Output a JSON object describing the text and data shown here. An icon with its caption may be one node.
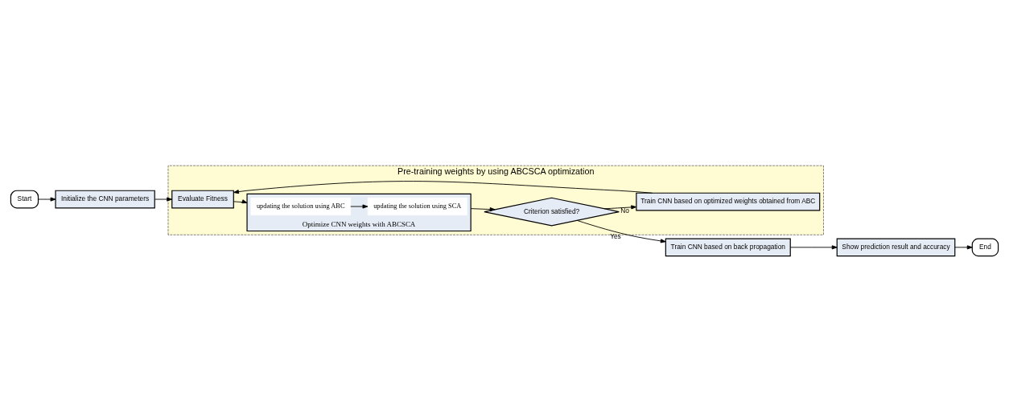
{
  "diagram": {
    "nodes": [
      {
        "text": [
          "Pre-training weights by using ABCSCA optimization"
        ]
      },
      {
        "text": [
          "Start"
        ]
      },
      {
        "text": [
          "Initialize the CNN parameters"
        ]
      },
      {
        "text": [
          "Evaluate Fitness"
        ],
        "in": 0
      },
      {
        "text": [
          "Train CNN based on optimized weights obtained from ABC"
        ],
        "in": 0
      },
      {
        "text": [
          "Optimize CNN weights with ABCSCA"
        ],
        "in": 0
      },
      {
        "text": [
          "updating the solution using ABC"
        ],
        "in": 5
      },
      {
        "text": [
          "updating the solution using SCA"
        ],
        "in": 5
      },
      {
        "text": [
          "Criterion satisfied?"
        ],
        "in": 0
      },
      {
        "text": [
          "End"
        ]
      },
      {
        "text": [
          "Show prediction result and accuracy"
        ]
      },
      {
        "text": [
          "Train CNN based on back propagation"
        ]
      }
    ],
    "edges": [
      {
        "from": 1,
        "to": 2,
        "arrow": "to"
      },
      {
        "from": 2,
        "to": 3,
        "arrow": "to"
      },
      {
        "from": 3,
        "to": 5,
        "arrow": "to"
      },
      {
        "from": 6,
        "to": 7,
        "arrow": "to"
      },
      {
        "from": 5,
        "to": 8,
        "arrow": "to"
      },
      {
        "from": 8,
        "to": 4,
        "arrow": "to",
        "label": "No"
      },
      {
        "from": 4,
        "to": 3,
        "arrow": "to"
      },
      {
        "from": 8,
        "to": 11,
        "arrow": "to",
        "label": "Yes"
      },
      {
        "from": 11,
        "to": 10,
        "arrow": "to"
      },
      {
        "from": 10,
        "to": 9,
        "arrow": "to"
      }
    ]
  }
}
